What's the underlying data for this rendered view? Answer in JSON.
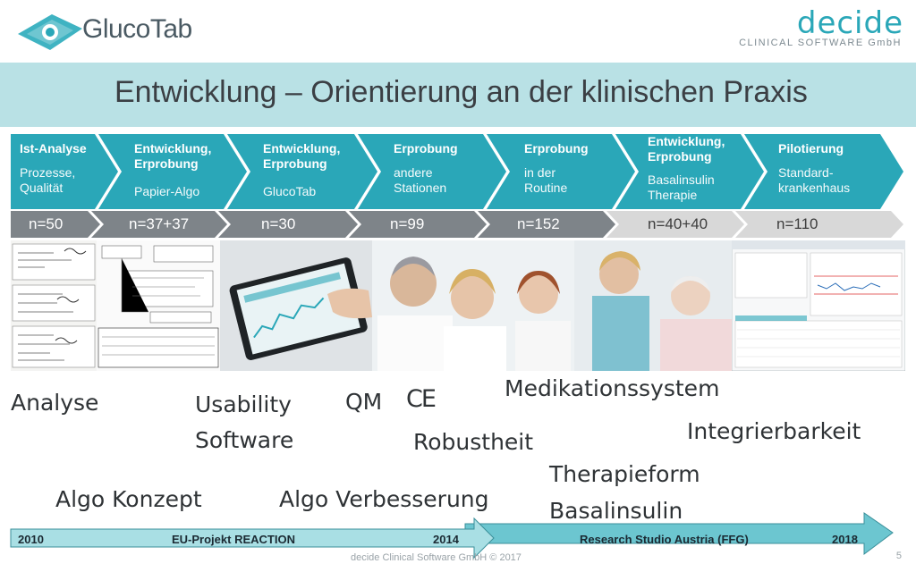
{
  "header": {
    "logo_text": "GlucoTab",
    "company_name": "decide",
    "company_sub": "CLINICAL SOFTWARE GmbH"
  },
  "title": "Entwicklung – Orientierung an der klinischen Praxis",
  "steps": [
    {
      "title": "Ist-Analyse",
      "sub": "Prozesse,\nQualität",
      "count": "n=50"
    },
    {
      "title": "Entwicklung,\nErprobung",
      "sub": "Papier-Algo",
      "count": "n=37+37"
    },
    {
      "title": "Entwicklung,\nErprobung",
      "sub": "GlucoTab",
      "count": "n=30"
    },
    {
      "title": "Erprobung",
      "sub": "andere\nStationen",
      "count": "n=99"
    },
    {
      "title": "Erprobung",
      "sub": "in der\nRoutine",
      "count": "n=152"
    },
    {
      "title": "Entwicklung,\nErprobung",
      "sub": "Basalinsulin\nTherapie",
      "count": "n=40+40"
    },
    {
      "title": "Pilotierung",
      "sub": "Standard-\nkrankenhaus",
      "count": "n=110"
    }
  ],
  "keywords": {
    "analyse": "Analyse",
    "usability": "Usability",
    "software": "Software",
    "qm": "QM",
    "ce": "CE",
    "robustheit": "Robustheit",
    "medikationssystem": "Medikationssystem",
    "integrierbarkeit": "Integrierbarkeit",
    "therapieform": "Therapieform",
    "basalinsulin": "Basalinsulin",
    "algo_konzept": "Algo Konzept",
    "algo_verbesserung": "Algo Verbesserung"
  },
  "timeline": {
    "start_year": "2010",
    "project1": "EU-Projekt REACTION",
    "mid_year": "2014",
    "project2": "Research Studio Austria (FFG)",
    "end_year": "2018"
  },
  "footer": "decide Clinical Software GmbH © 2017",
  "page_number": "5",
  "colors": {
    "teal": "#2aa7b8",
    "title_bar": "#b9e1e5",
    "count_dark": "#7e8489",
    "count_light": "#d8d8d8"
  }
}
